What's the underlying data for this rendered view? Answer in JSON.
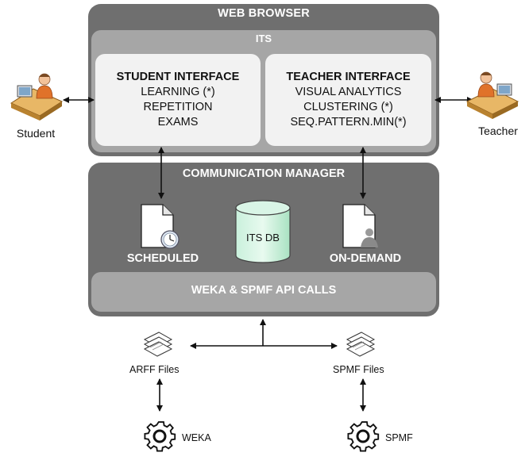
{
  "browser": {
    "title": "WEB BROWSER"
  },
  "its": {
    "title": "ITS"
  },
  "student_interface": {
    "heading": "STUDENT INTERFACE",
    "items": [
      "LEARNING (*)",
      "REPETITION",
      "EXAMS"
    ]
  },
  "teacher_interface": {
    "heading": "TEACHER INTERFACE",
    "items": [
      "VISUAL ANALYTICS",
      "CLUSTERING (*)",
      "SEQ.PATTERN.MIN(*)"
    ]
  },
  "actors": {
    "student": "Student",
    "teacher": "Teacher"
  },
  "communication_manager": {
    "title": "COMMUNICATION MANAGER",
    "scheduled": "SCHEDULED",
    "database": "ITS DB",
    "on_demand": "ON-DEMAND",
    "api_calls": "WEKA & SPMF API CALLS"
  },
  "files": {
    "arff": "ARFF Files",
    "spmf": "SPMF Files"
  },
  "engines": {
    "weka": "WEKA",
    "spmf": "SPMF"
  },
  "colors": {
    "dark_panel": "#6f6f6f",
    "light_panel": "#a6a6a6",
    "interface_bg": "#f2f2f2",
    "db_green": "#b9ecd0"
  }
}
